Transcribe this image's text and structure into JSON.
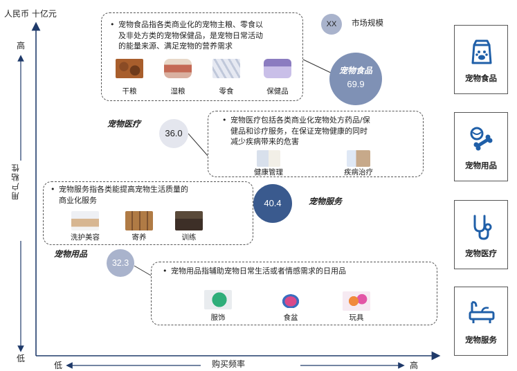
{
  "axes": {
    "y_unit": "人民币 十亿元",
    "y_label": "用户粘性",
    "y_high": "高",
    "y_low": "低",
    "x_label": "购买频率",
    "x_low": "低",
    "x_high": "高"
  },
  "legend": {
    "bubble_text": "XX",
    "label": "市场规模"
  },
  "food": {
    "desc": "宠物食品指各类商业化的宠物主粮、零食以及非处方类的宠物保健品，是宠物日常活动的能量来源、满足宠物的营养需求",
    "desc_lines": [
      "宠物食品指各类商业化的宠物主粮、零食以",
      "及非处方类的宠物保健品，是宠物日常活动",
      "的能量来源、满足宠物的营养需求"
    ],
    "items": [
      "干粮",
      "湿粮",
      "零食",
      "保健品"
    ],
    "bubble_title": "宠物食品",
    "bubble_value": "69.9"
  },
  "medical": {
    "desc_lines": [
      "宠物医疗包括各类商业化宠物处方药品/保",
      "健品和诊疗服务，在保证宠物健康的同时",
      "减少疾病带来的危害"
    ],
    "items": [
      "健康管理",
      "疾病治疗"
    ],
    "title": "宠物医疗",
    "bubble_value": "36.0"
  },
  "service": {
    "desc_lines": [
      "宠物服务指各类能提高宠物生活质量的",
      "商业化服务"
    ],
    "items": [
      "洗护美容",
      "寄养",
      "训练"
    ],
    "title": "宠物服务",
    "bubble_value": "40.4"
  },
  "supplies": {
    "desc_lines": [
      "宠物用品指辅助宠物日常生活或者情感需求的日用品"
    ],
    "items": [
      "服饰",
      "食盆",
      "玩具"
    ],
    "title": "宠物用品",
    "bubble_value": "32.3"
  },
  "side_cards": [
    "宠物食品",
    "宠物用品",
    "宠物医疗",
    "宠物服务"
  ],
  "colors": {
    "food_bubble": "#7f91b5",
    "medical_bubble": "#e4e6ee",
    "service_bubble": "#3a5a8e",
    "supplies_bubble": "#a9b3cc",
    "icon_blue": "#1f5fa8"
  }
}
